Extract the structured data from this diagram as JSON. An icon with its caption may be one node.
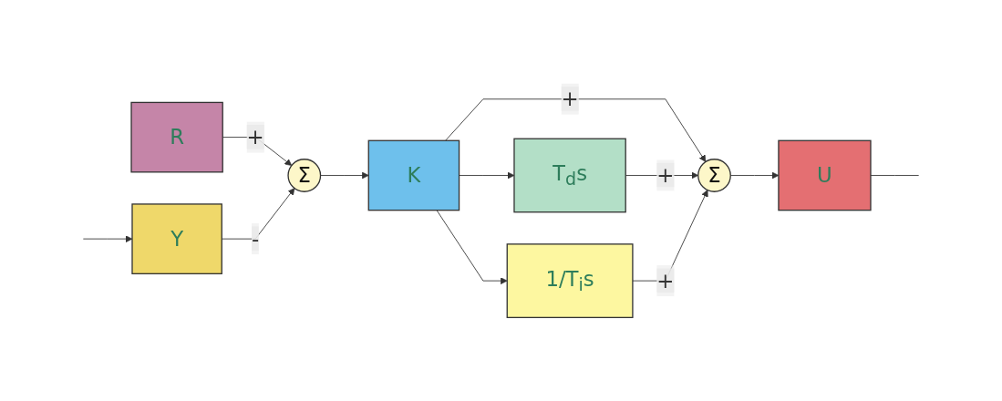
{
  "diagram": {
    "nodes": [
      {
        "text": [
          "R"
        ]
      },
      {
        "text": [
          "Σ"
        ]
      },
      {
        "text": [
          "K"
        ]
      },
      {
        "text": [
          "T$_{d}$s"
        ]
      },
      {
        "text": [
          "1/T$_{i}$s"
        ]
      },
      {
        "text": [
          "Σ"
        ]
      },
      {
        "text": [
          "U"
        ]
      },
      {
        "text": [
          "Y"
        ]
      }
    ],
    "edges": [
      {
        "from": 0,
        "to": 1,
        "arrow": "to",
        "label": "+"
      },
      {
        "from": 1,
        "to": 2,
        "arrow": "to"
      },
      {
        "from": 2,
        "to": 3,
        "arrow": "to"
      },
      {
        "from": 2,
        "to": 5,
        "arrow": "to",
        "label": "+"
      },
      {
        "from": 2,
        "to": 4,
        "arrow": "to"
      },
      {
        "from": 3,
        "to": 5,
        "arrow": "to",
        "label": "+"
      },
      {
        "from": 4,
        "to": 5,
        "arrow": "to",
        "label": "+"
      },
      {
        "from": 5,
        "to": 6,
        "arrow": "to"
      },
      {
        "from": 6,
        "to": null,
        "arrow": "none"
      },
      {
        "from": null,
        "to": 7,
        "arrow": "to"
      },
      {
        "from": 7,
        "to": 1,
        "arrow": "to",
        "label": "-"
      }
    ]
  }
}
